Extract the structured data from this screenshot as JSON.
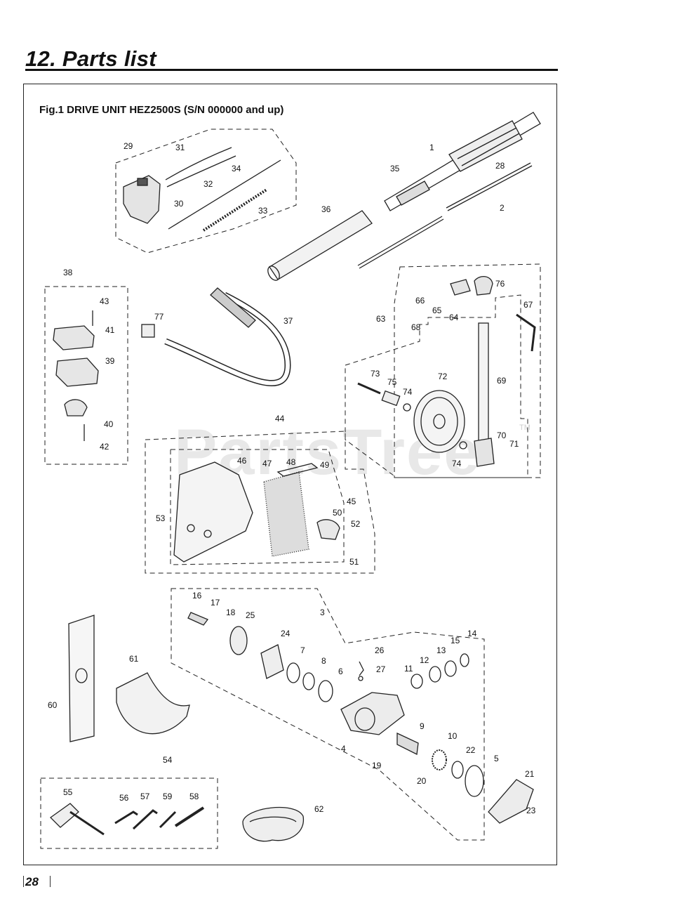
{
  "page": {
    "heading": "12. Parts list",
    "figure_caption": "Fig.1 DRIVE UNIT  HEZ2500S (S/N 000000 and up)",
    "page_number": "28"
  },
  "watermark": {
    "text": "PartsTree",
    "trademark": "TM"
  },
  "callouts": {
    "c1": "1",
    "c2": "2",
    "c3": "3",
    "c4": "4",
    "c5": "5",
    "c6": "6",
    "c7": "7",
    "c8": "8",
    "c9": "9",
    "c10": "10",
    "c11": "11",
    "c12": "12",
    "c13": "13",
    "c14": "14",
    "c15": "15",
    "c16": "16",
    "c17": "17",
    "c18": "18",
    "c19": "19",
    "c20": "20",
    "c21": "21",
    "c22": "22",
    "c23": "23",
    "c24": "24",
    "c25": "25",
    "c26": "26",
    "c27": "27",
    "c28": "28",
    "c29": "29",
    "c30": "30",
    "c31": "31",
    "c32": "32",
    "c33": "33",
    "c34": "34",
    "c35": "35",
    "c36": "36",
    "c37": "37",
    "c38": "38",
    "c39": "39",
    "c40": "40",
    "c41": "41",
    "c42": "42",
    "c43": "43",
    "c44": "44",
    "c45": "45",
    "c46": "46",
    "c47": "47",
    "c48": "48",
    "c49": "49",
    "c50": "50",
    "c51": "51",
    "c52": "52",
    "c53": "53",
    "c54": "54",
    "c55": "55",
    "c56": "56",
    "c57": "57",
    "c58": "58",
    "c59": "59",
    "c60": "60",
    "c61": "61",
    "c62": "62",
    "c63": "63",
    "c64": "64",
    "c65": "65",
    "c66": "66",
    "c67": "67",
    "c68": "68",
    "c69": "69",
    "c70": "70",
    "c71": "71",
    "c72": "72",
    "c73": "73",
    "c74a": "74",
    "c74b": "74",
    "c75": "75",
    "c76": "76",
    "c77": "77"
  }
}
